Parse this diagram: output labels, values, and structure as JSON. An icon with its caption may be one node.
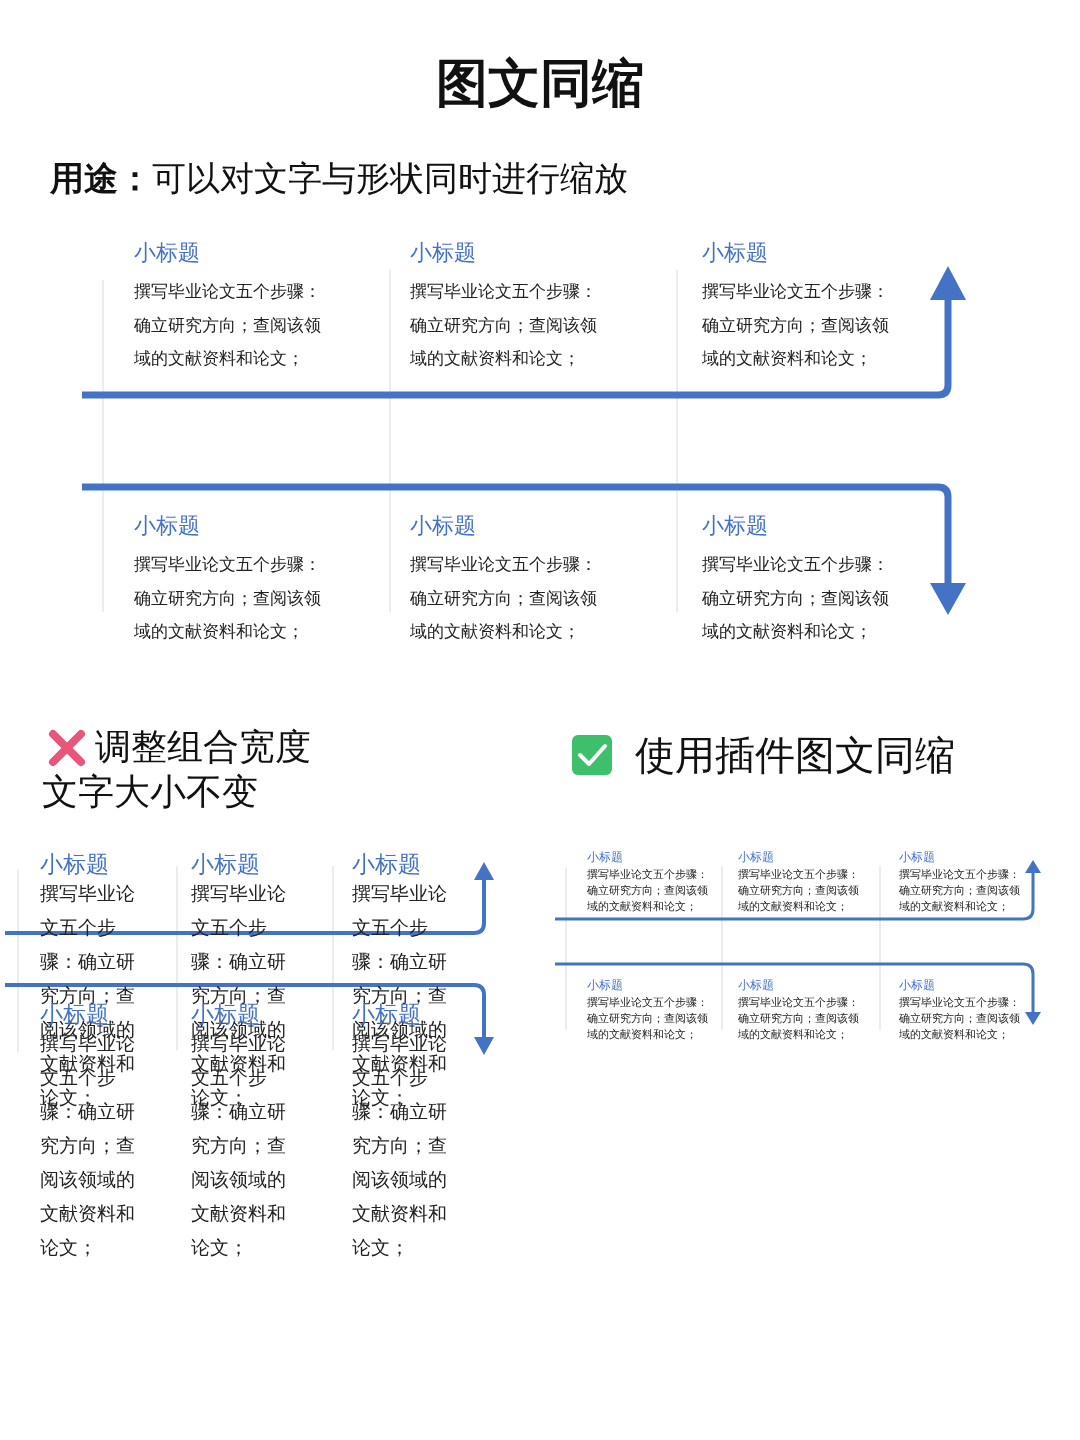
{
  "diagram": {
    "title": "图文同缩",
    "labels": [
      "**用途：**可以对文字与形状同时进行缩放",
      "小标题",
      "撰写毕业论文五个步骤：确立研究方向；查阅该领域的文献资料和论文；",
      "小标题",
      "撰写毕业论文五个步骤：确立研究方向；查阅该领域的文献资料和论文；",
      "小标题",
      "撰写毕业论文五个步骤：确立研究方向；查阅该领域的文献资料和论文；",
      "小标题",
      "撰写毕业论文五个步骤：确立研究方向；查阅该领域的文献资料和论文；",
      "小标题",
      "撰写毕业论文五个步骤：确立研究方向；查阅该领域的文献资料和论文；",
      "小标题",
      "撰写毕业论文五个步骤：确立研究方向；查阅该领域的文献资料和论文；",
      "调整组合宽度",
      "文字大小不变",
      "小标题",
      "撰写毕业论文五个步骤：确立研究方向；查阅该领域的文献资料和论文；",
      "小标题",
      "撰写毕业论文五个步骤：确立研究方向；查阅该领域的文献资料和论文；",
      "小标题",
      "撰写毕业论文五个步骤：确立研究方向；查阅该领域的文献资料和论文；",
      "小标题",
      "撰写毕业论文五个步骤：确立研究方向；查阅该领域的文献资料和论文；",
      "小标题",
      "撰写毕业论文五个步骤：确立研究方向；查阅该领域的文献资料和论文；",
      "小标题",
      "撰写毕业论文五个步骤：确立研究方向；查阅该领域的文献资料和论文；",
      "使用插件图文同缩",
      "小标题",
      "撰写毕业论文五个步骤：确立研究方向；查阅该领域的文献资料和论文；",
      "小标题",
      "撰写毕业论文五个步骤：确立研究方向；查阅该领域的文献资料和论文；",
      "小标题",
      "撰写毕业论文五个步骤：确立研究方向；查阅该领域的文献资料和论文；",
      "小标题",
      "撰写毕业论文五个步骤：确立研究方向；查阅该领域的文献资料和论文；",
      "小标题",
      "撰写毕业论文五个步骤：确立研究方向；查阅该领域的文献资料和论文；",
      "小标题",
      "撰写毕业论文五个步骤：确立研究方向；查阅该领域的文献资料和论文；"
    ]
  }
}
